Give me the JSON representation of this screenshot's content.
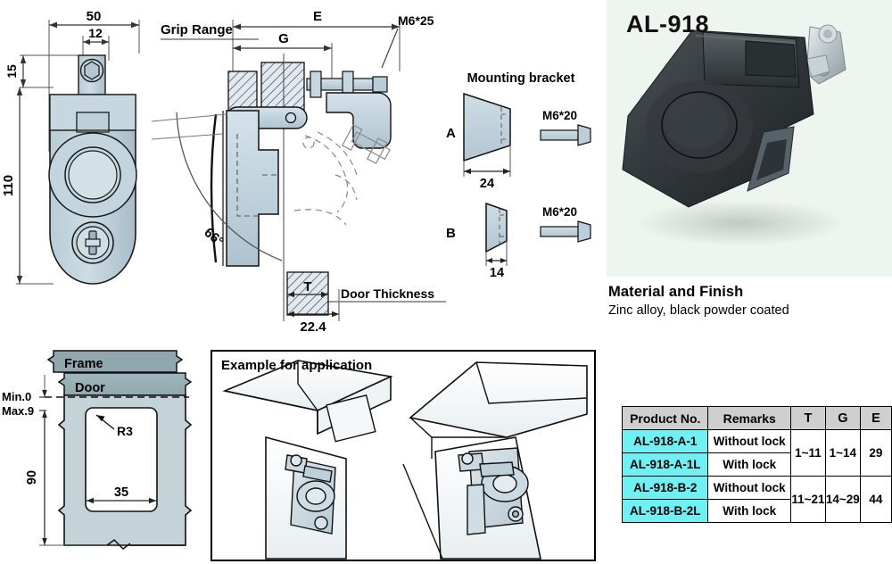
{
  "product": {
    "title": "AL-918",
    "photo_alt": "black-powder-coated-compression-latch",
    "background_color": "#eef4ee"
  },
  "material": {
    "heading": "Material and Finish",
    "text": "Zinc alloy, black powder coated"
  },
  "front_view": {
    "width_overall": "50",
    "width_tab": "12",
    "height_tab": "15",
    "height_overall": "110"
  },
  "side_view": {
    "grip_range_label": "Grip Range",
    "dim_e": "E",
    "dim_g": "G",
    "screw_callout": "M6*25",
    "angle": "66°",
    "door_thickness_label": "Door Thickness",
    "dim_t": "T",
    "depth": "22.4"
  },
  "mounting_bracket": {
    "title": "Mounting bracket",
    "items": [
      {
        "label": "A",
        "dimension": "24",
        "screw": "M6*20"
      },
      {
        "label": "B",
        "dimension": "14",
        "screw": "M6*20"
      }
    ]
  },
  "cutout": {
    "frame_label": "Frame",
    "door_label": "Door",
    "min_label": "Min.0",
    "max_label": "Max.9",
    "radius": "R3",
    "height": "90",
    "width": "35"
  },
  "example": {
    "label": "Example for application"
  },
  "spec_table": {
    "headers": [
      "Product No.",
      "Remarks",
      "T",
      "G",
      "E"
    ],
    "rows": [
      {
        "product": "AL-918-A-1",
        "remarks": "Without lock",
        "t": "1~11",
        "g": "1~14",
        "e": "29"
      },
      {
        "product": "AL-918-A-1L",
        "remarks": "With lock",
        "t": "1~11",
        "g": "1~14",
        "e": "29"
      },
      {
        "product": "AL-918-B-2",
        "remarks": "Without  lock",
        "t": "11~21",
        "g": "14~29",
        "e": "44"
      },
      {
        "product": "AL-918-B-2L",
        "remarks": "With  lock",
        "t": "11~21",
        "g": "14~29",
        "e": "44"
      }
    ],
    "colors": {
      "product_cell": "#6ff0f2",
      "header_dark": "#000000",
      "header_gray": "#cfcfcf"
    }
  }
}
